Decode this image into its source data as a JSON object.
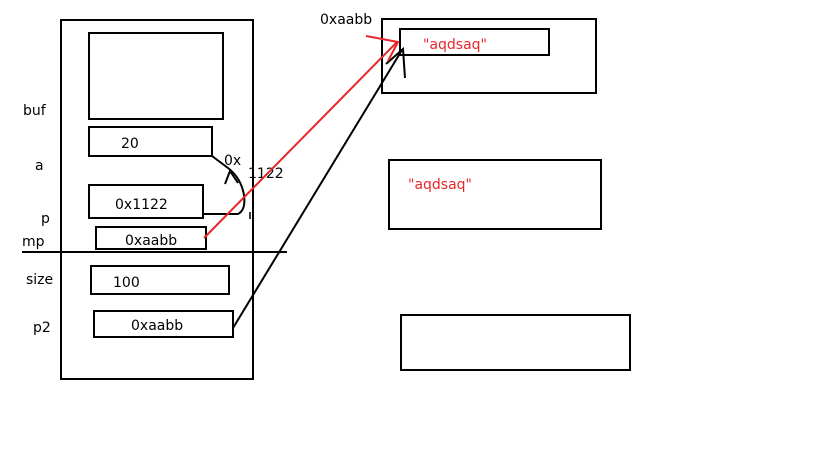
{
  "stack": {
    "labels": {
      "buf": "buf",
      "a": "a",
      "p": "p",
      "mp": "mp",
      "size": "size",
      "p2": "p2"
    },
    "values": {
      "a": "20",
      "p": "0x1122",
      "mp": "0xaabb",
      "size": "100",
      "p2": "0xaabb"
    },
    "annotation_a_address_top": "0x",
    "annotation_a_address_bottom": "1122"
  },
  "heap": {
    "address_label": "0xaabb",
    "string_top": "\"aqdsaq\"",
    "string_middle": "\"aqdsaq\""
  },
  "colors": {
    "line": "#000000",
    "accent": "#e8262a"
  }
}
